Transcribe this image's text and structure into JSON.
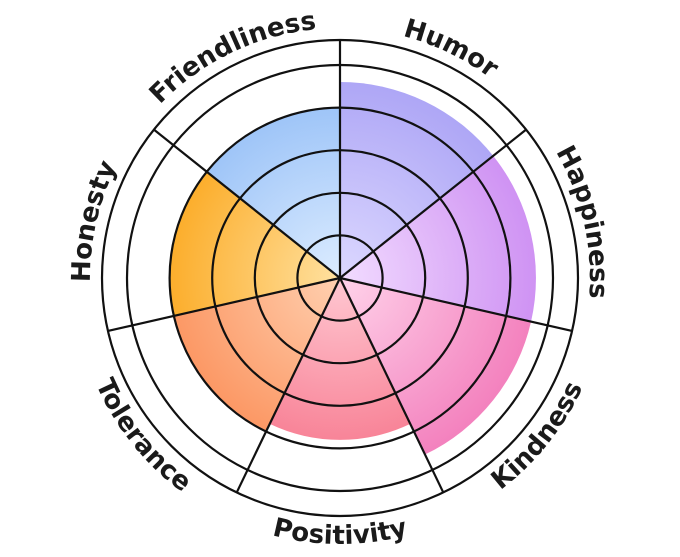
{
  "chart_data": {
    "type": "polar-area",
    "title": "",
    "scale_max": 5,
    "levels": 5,
    "segments": [
      {
        "label": "Humor",
        "value": 4.6,
        "color_inner": "#dcd8ff",
        "color_outer": "#aaa2f5"
      },
      {
        "label": "Happiness",
        "value": 4.6,
        "color_inner": "#f2dcff",
        "color_outer": "#cc8cf2"
      },
      {
        "label": "Kindness",
        "value": 4.6,
        "color_inner": "#ffd3ea",
        "color_outer": "#f27aba"
      },
      {
        "label": "Positivity",
        "value": 3.8,
        "color_inner": "#ffc8d2",
        "color_outer": "#f66f86"
      },
      {
        "label": "Tolerance",
        "value": 4.0,
        "color_inner": "#ffd0b0",
        "color_outer": "#fb8a52"
      },
      {
        "label": "Honesty",
        "value": 4.0,
        "color_inner": "#ffe1a0",
        "color_outer": "#fba10f"
      },
      {
        "label": "Friendliness",
        "value": 4.0,
        "color_inner": "#dcecff",
        "color_outer": "#8fbbf6"
      }
    ]
  }
}
